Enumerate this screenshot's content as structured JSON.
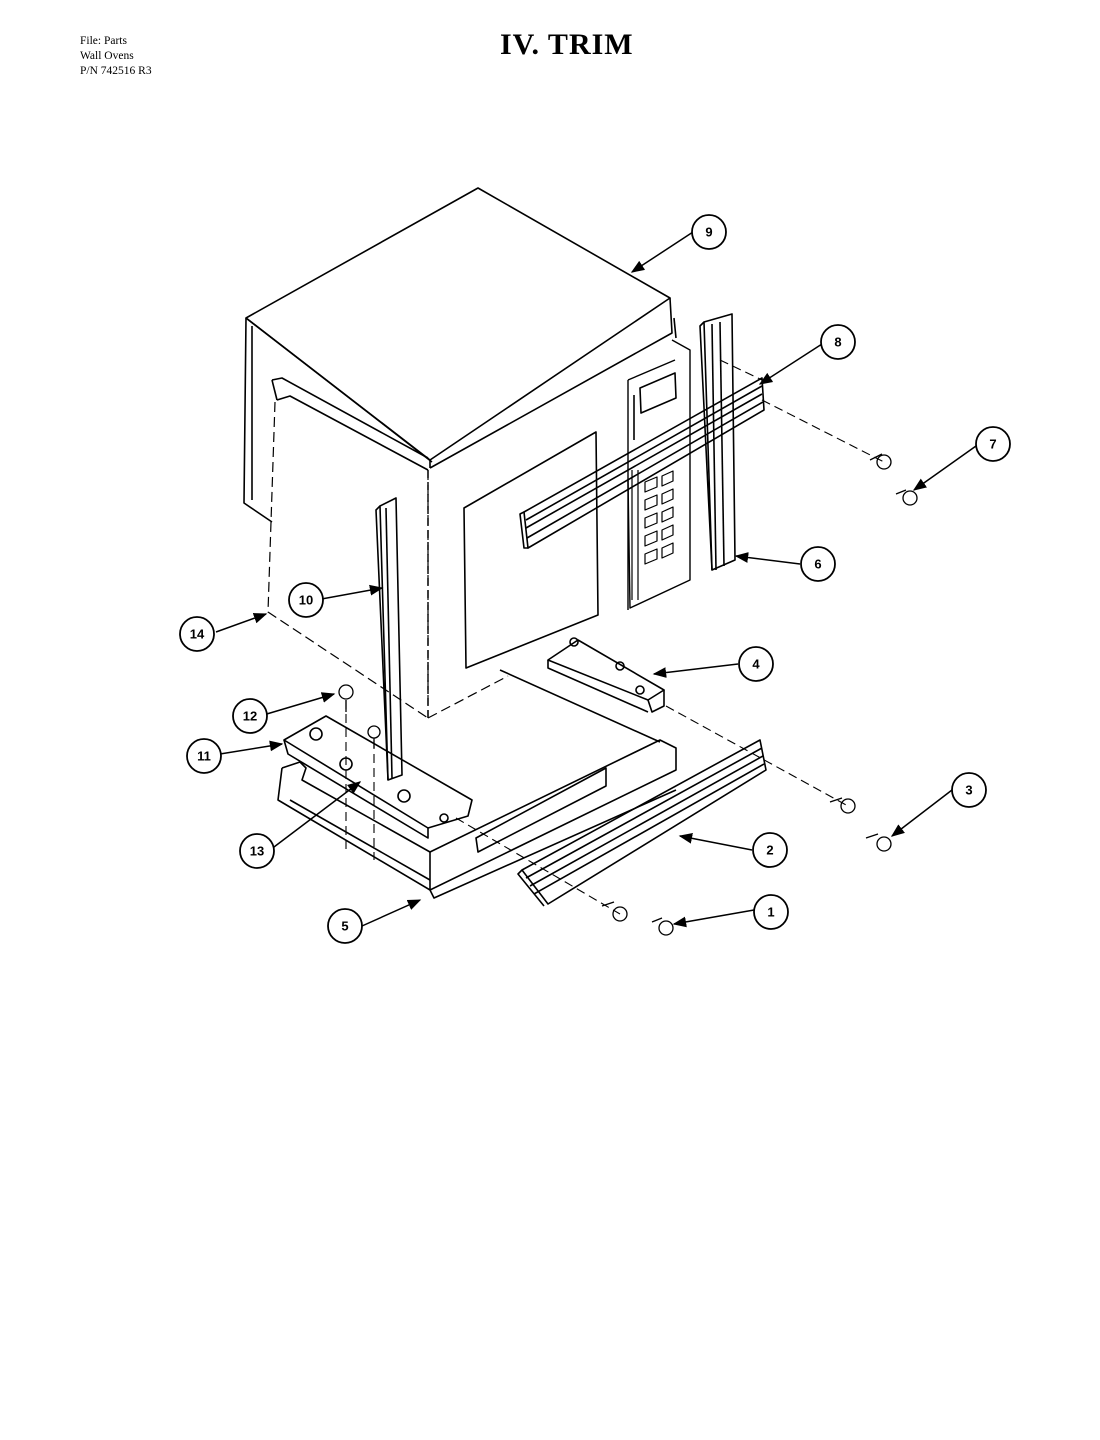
{
  "header": {
    "file_line": "File: Parts",
    "product_line": "Wall Ovens",
    "part_number_line": "P/N 742516 R3"
  },
  "title": "IV.  TRIM",
  "callouts": [
    {
      "label": "1"
    },
    {
      "label": "2"
    },
    {
      "label": "3"
    },
    {
      "label": "4"
    },
    {
      "label": "5"
    },
    {
      "label": "6"
    },
    {
      "label": "7"
    },
    {
      "label": "8"
    },
    {
      "label": "9"
    },
    {
      "label": "10"
    },
    {
      "label": "11"
    },
    {
      "label": "12"
    },
    {
      "label": "13"
    },
    {
      "label": "14"
    }
  ]
}
